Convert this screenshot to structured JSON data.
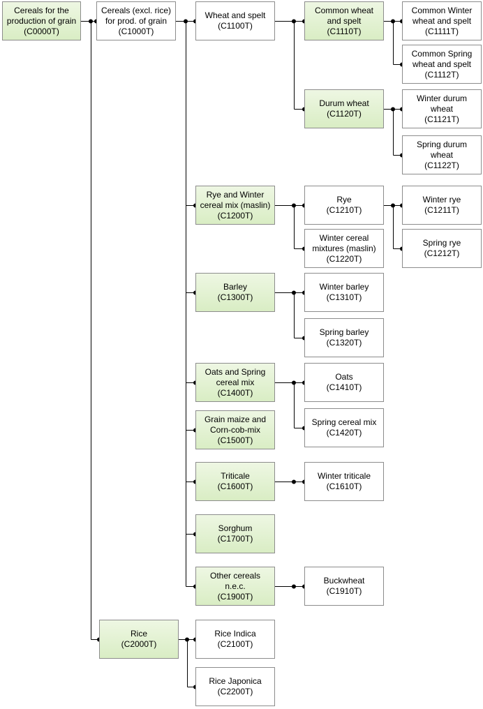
{
  "diagram": {
    "colors": {
      "highlight_fill": "#d9edc4",
      "plain_fill": "#ffffff",
      "border": "#8c8c8c",
      "connector": "#000000"
    },
    "nodes": [
      {
        "id": "C0000T",
        "lines": [
          "Cereals for the",
          "production of grain",
          "(C0000T)"
        ],
        "highlight": true
      },
      {
        "id": "C1000T",
        "lines": [
          "Cereals (excl. rice)",
          "for prod. of grain",
          "(C1000T)"
        ],
        "highlight": false
      },
      {
        "id": "C1100T",
        "lines": [
          "Wheat and spelt",
          "(C1100T)"
        ],
        "highlight": false
      },
      {
        "id": "C1110T",
        "lines": [
          "Common wheat",
          "and spelt",
          "(C1110T)"
        ],
        "highlight": true
      },
      {
        "id": "C1111T",
        "lines": [
          "Common Winter",
          "wheat and spelt",
          "(C1111T)"
        ],
        "highlight": false
      },
      {
        "id": "C1112T",
        "lines": [
          "Common Spring",
          "wheat and spelt",
          "(C1112T)"
        ],
        "highlight": false
      },
      {
        "id": "C1120T",
        "lines": [
          "Durum wheat",
          "(C1120T)"
        ],
        "highlight": true
      },
      {
        "id": "C1121T",
        "lines": [
          "Winter durum",
          "wheat",
          "(C1121T)"
        ],
        "highlight": false
      },
      {
        "id": "C1122T",
        "lines": [
          "Spring durum",
          "wheat",
          "(C1122T)"
        ],
        "highlight": false
      },
      {
        "id": "C1200T",
        "lines": [
          "Rye and Winter",
          "cereal mix (maslin)",
          "(C1200T)"
        ],
        "highlight": true
      },
      {
        "id": "C1210T",
        "lines": [
          "Rye",
          "(C1210T)"
        ],
        "highlight": false
      },
      {
        "id": "C1211T",
        "lines": [
          "Winter rye",
          "(C1211T)"
        ],
        "highlight": false
      },
      {
        "id": "C1212T",
        "lines": [
          "Spring rye",
          "(C1212T)"
        ],
        "highlight": false
      },
      {
        "id": "C1220T",
        "lines": [
          "Winter cereal",
          "mixtures (maslin)",
          "(C1220T)"
        ],
        "highlight": false
      },
      {
        "id": "C1300T",
        "lines": [
          "Barley",
          "(C1300T)"
        ],
        "highlight": true
      },
      {
        "id": "C1310T",
        "lines": [
          "Winter barley",
          "(C1310T)"
        ],
        "highlight": false
      },
      {
        "id": "C1320T",
        "lines": [
          "Spring barley",
          "(C1320T)"
        ],
        "highlight": false
      },
      {
        "id": "C1400T",
        "lines": [
          "Oats and Spring",
          "cereal mix",
          "(C1400T)"
        ],
        "highlight": true
      },
      {
        "id": "C1410T",
        "lines": [
          "Oats",
          "(C1410T)"
        ],
        "highlight": false
      },
      {
        "id": "C1420T",
        "lines": [
          "Spring cereal mix",
          "(C1420T)"
        ],
        "highlight": false
      },
      {
        "id": "C1500T",
        "lines": [
          "Grain maize and",
          "Corn-cob-mix",
          "(C1500T)"
        ],
        "highlight": true
      },
      {
        "id": "C1600T",
        "lines": [
          "Triticale",
          "(C1600T)"
        ],
        "highlight": true
      },
      {
        "id": "C1610T",
        "lines": [
          "Winter triticale",
          "(C1610T)"
        ],
        "highlight": false
      },
      {
        "id": "C1700T",
        "lines": [
          "Sorghum",
          "(C1700T)"
        ],
        "highlight": true
      },
      {
        "id": "C1900T",
        "lines": [
          "Other cereals",
          "n.e.c.",
          "(C1900T)"
        ],
        "highlight": true
      },
      {
        "id": "C1910T",
        "lines": [
          "Buckwheat",
          "(C1910T)"
        ],
        "highlight": false
      },
      {
        "id": "C2000T",
        "lines": [
          "Rice",
          "(C2000T)"
        ],
        "highlight": true
      },
      {
        "id": "C2100T",
        "lines": [
          "Rice Indica",
          "(C2100T)"
        ],
        "highlight": false
      },
      {
        "id": "C2200T",
        "lines": [
          "Rice Japonica",
          "(C2200T)"
        ],
        "highlight": false
      }
    ],
    "edges": [
      [
        "C0000T",
        "C1000T"
      ],
      [
        "C0000T",
        "C2000T"
      ],
      [
        "C1000T",
        "C1100T"
      ],
      [
        "C1000T",
        "C1200T"
      ],
      [
        "C1000T",
        "C1300T"
      ],
      [
        "C1000T",
        "C1400T"
      ],
      [
        "C1000T",
        "C1500T"
      ],
      [
        "C1000T",
        "C1600T"
      ],
      [
        "C1000T",
        "C1700T"
      ],
      [
        "C1000T",
        "C1900T"
      ],
      [
        "C1100T",
        "C1110T"
      ],
      [
        "C1100T",
        "C1120T"
      ],
      [
        "C1110T",
        "C1111T"
      ],
      [
        "C1110T",
        "C1112T"
      ],
      [
        "C1120T",
        "C1121T"
      ],
      [
        "C1120T",
        "C1122T"
      ],
      [
        "C1200T",
        "C1210T"
      ],
      [
        "C1200T",
        "C1220T"
      ],
      [
        "C1210T",
        "C1211T"
      ],
      [
        "C1210T",
        "C1212T"
      ],
      [
        "C1300T",
        "C1310T"
      ],
      [
        "C1300T",
        "C1320T"
      ],
      [
        "C1400T",
        "C1410T"
      ],
      [
        "C1400T",
        "C1420T"
      ],
      [
        "C1600T",
        "C1610T"
      ],
      [
        "C1900T",
        "C1910T"
      ],
      [
        "C2000T",
        "C2100T"
      ],
      [
        "C2000T",
        "C2200T"
      ]
    ]
  }
}
